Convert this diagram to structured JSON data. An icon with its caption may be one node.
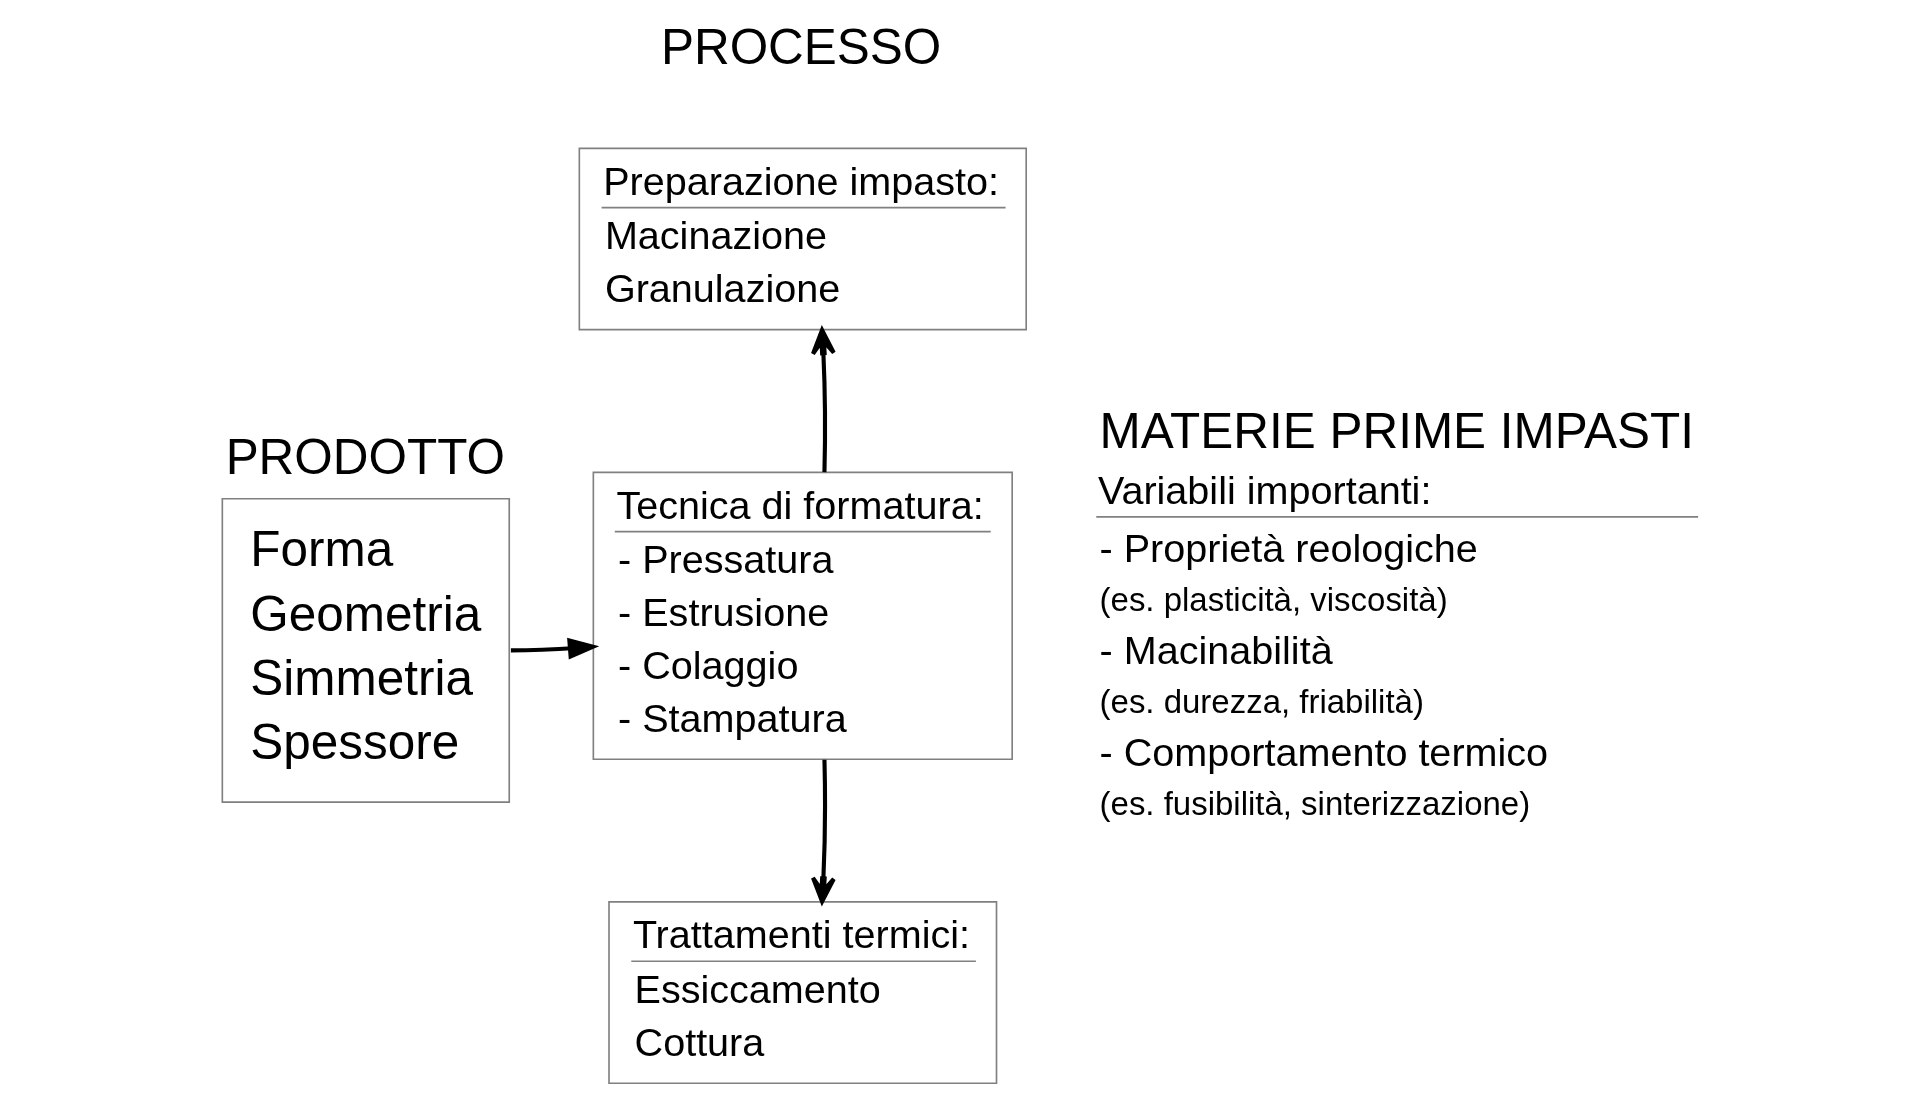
{
  "diagram": {
    "nodes": [
      {
        "text": [
          "PRODOTTO",
          "Forma",
          "Geometria",
          "Simmetria",
          "Spessore"
        ]
      },
      {
        "text": [
          "Preparazione impasto:",
          "Macinazione",
          "Granulazione"
        ]
      },
      {
        "text": [
          "Tecnica di formatura:",
          "- Pressatura",
          "- Estrusione",
          "- Colaggio",
          "- Stampatura"
        ]
      },
      {
        "text": [
          "Trattamenti termici:",
          "Essiccamento",
          "Cottura"
        ]
      }
    ],
    "edges": [
      {
        "from": 0,
        "to": 2,
        "arrow": "to"
      },
      {
        "from": 2,
        "to": 1,
        "arrow": "to"
      },
      {
        "from": 2,
        "to": 3,
        "arrow": "to"
      }
    ],
    "labels": [
      "PROCESSO",
      "MATERIE PRIME IMPASTI",
      "Variabili importanti:",
      "- Proprietà reologiche",
      "(es. plasticità, viscosità)",
      "- Macinabilità",
      "(es. durezza, friabilità)",
      "- Comportamento termico",
      "(es. fusibilità, sinterizzazione)"
    ]
  }
}
